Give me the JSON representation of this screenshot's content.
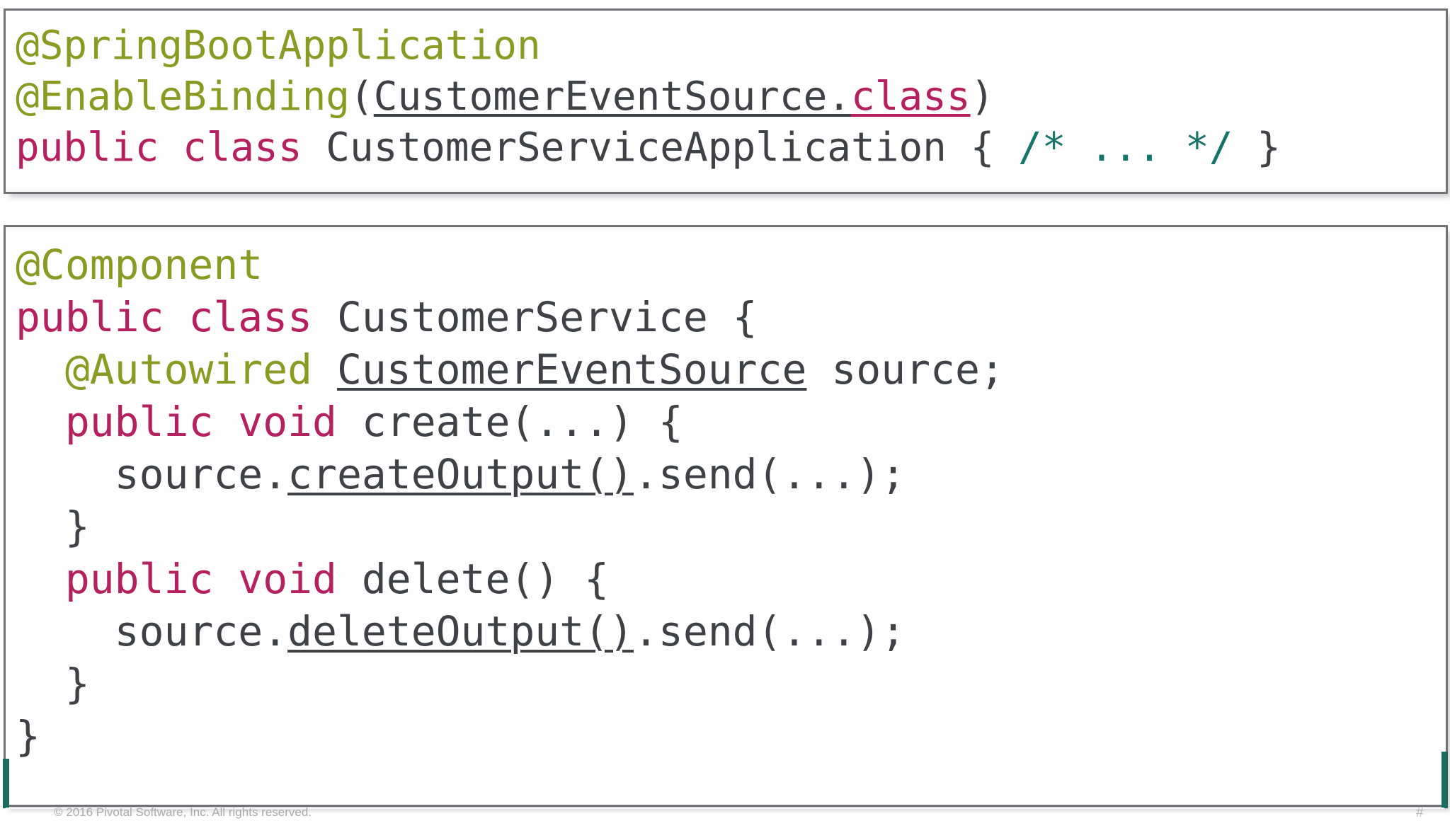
{
  "slide": {
    "background_color": "#ffffff",
    "accent_color": "#1b6e5f",
    "box_border_color": "#6f7377"
  },
  "theme": {
    "annotation_color": "#8a9a22",
    "keyword_color": "#b5215e",
    "identifier_color": "#3e4145",
    "comment_color": "#16756a"
  },
  "code_blocks": [
    {
      "id": "customer-service-application",
      "lines": [
        {
          "id": "line-1",
          "tokens": [
            {
              "text": "@SpringBootApplication",
              "kind": "annotation"
            }
          ]
        },
        {
          "id": "line-2",
          "tokens": [
            {
              "text": "@EnableBinding",
              "kind": "annotation"
            },
            {
              "text": "(",
              "kind": "punct"
            },
            {
              "text": "CustomerEventSource.",
              "kind": "identifier-underlined"
            },
            {
              "text": "class",
              "kind": "keyword-underlined"
            },
            {
              "text": ")",
              "kind": "punct"
            }
          ]
        },
        {
          "id": "line-3",
          "tokens": [
            {
              "text": "public class ",
              "kind": "keyword"
            },
            {
              "text": "CustomerServiceApplication { ",
              "kind": "identifier"
            },
            {
              "text": "/* ... */",
              "kind": "comment"
            },
            {
              "text": " }",
              "kind": "identifier"
            }
          ]
        }
      ]
    },
    {
      "id": "customer-service",
      "lines": [
        {
          "id": "line-1",
          "tokens": [
            {
              "text": "@Component",
              "kind": "annotation"
            }
          ]
        },
        {
          "id": "line-2",
          "tokens": [
            {
              "text": "public class ",
              "kind": "keyword"
            },
            {
              "text": "CustomerService {",
              "kind": "identifier"
            }
          ]
        },
        {
          "id": "line-3",
          "tokens": [
            {
              "text": "  ",
              "kind": "punct"
            },
            {
              "text": "@Autowired",
              "kind": "annotation"
            },
            {
              "text": " ",
              "kind": "punct"
            },
            {
              "text": "CustomerEventSource",
              "kind": "identifier-underlined"
            },
            {
              "text": " source;",
              "kind": "identifier"
            }
          ]
        },
        {
          "id": "line-4",
          "tokens": [
            {
              "text": "  ",
              "kind": "punct"
            },
            {
              "text": "public void ",
              "kind": "keyword"
            },
            {
              "text": "create(...) {",
              "kind": "identifier"
            }
          ]
        },
        {
          "id": "line-5",
          "tokens": [
            {
              "text": "    source.",
              "kind": "identifier"
            },
            {
              "text": "createOutput()",
              "kind": "identifier-underlined"
            },
            {
              "text": ".send(...);",
              "kind": "identifier"
            }
          ]
        },
        {
          "id": "line-6",
          "tokens": [
            {
              "text": "  }",
              "kind": "identifier"
            }
          ]
        },
        {
          "id": "line-7",
          "tokens": [
            {
              "text": "  ",
              "kind": "punct"
            },
            {
              "text": "public void ",
              "kind": "keyword"
            },
            {
              "text": "delete() {",
              "kind": "identifier"
            }
          ]
        },
        {
          "id": "line-8",
          "tokens": [
            {
              "text": "    source.",
              "kind": "identifier"
            },
            {
              "text": "deleteOutput()",
              "kind": "identifier-underlined"
            },
            {
              "text": ".send(...);",
              "kind": "identifier"
            }
          ]
        },
        {
          "id": "line-9",
          "tokens": [
            {
              "text": "  }",
              "kind": "identifier"
            }
          ]
        },
        {
          "id": "line-10",
          "tokens": [
            {
              "text": "}",
              "kind": "identifier"
            }
          ]
        }
      ]
    }
  ],
  "footer": {
    "copyright": "© 2016 Pivotal Software, Inc. All rights reserved.",
    "page_number": "#"
  }
}
